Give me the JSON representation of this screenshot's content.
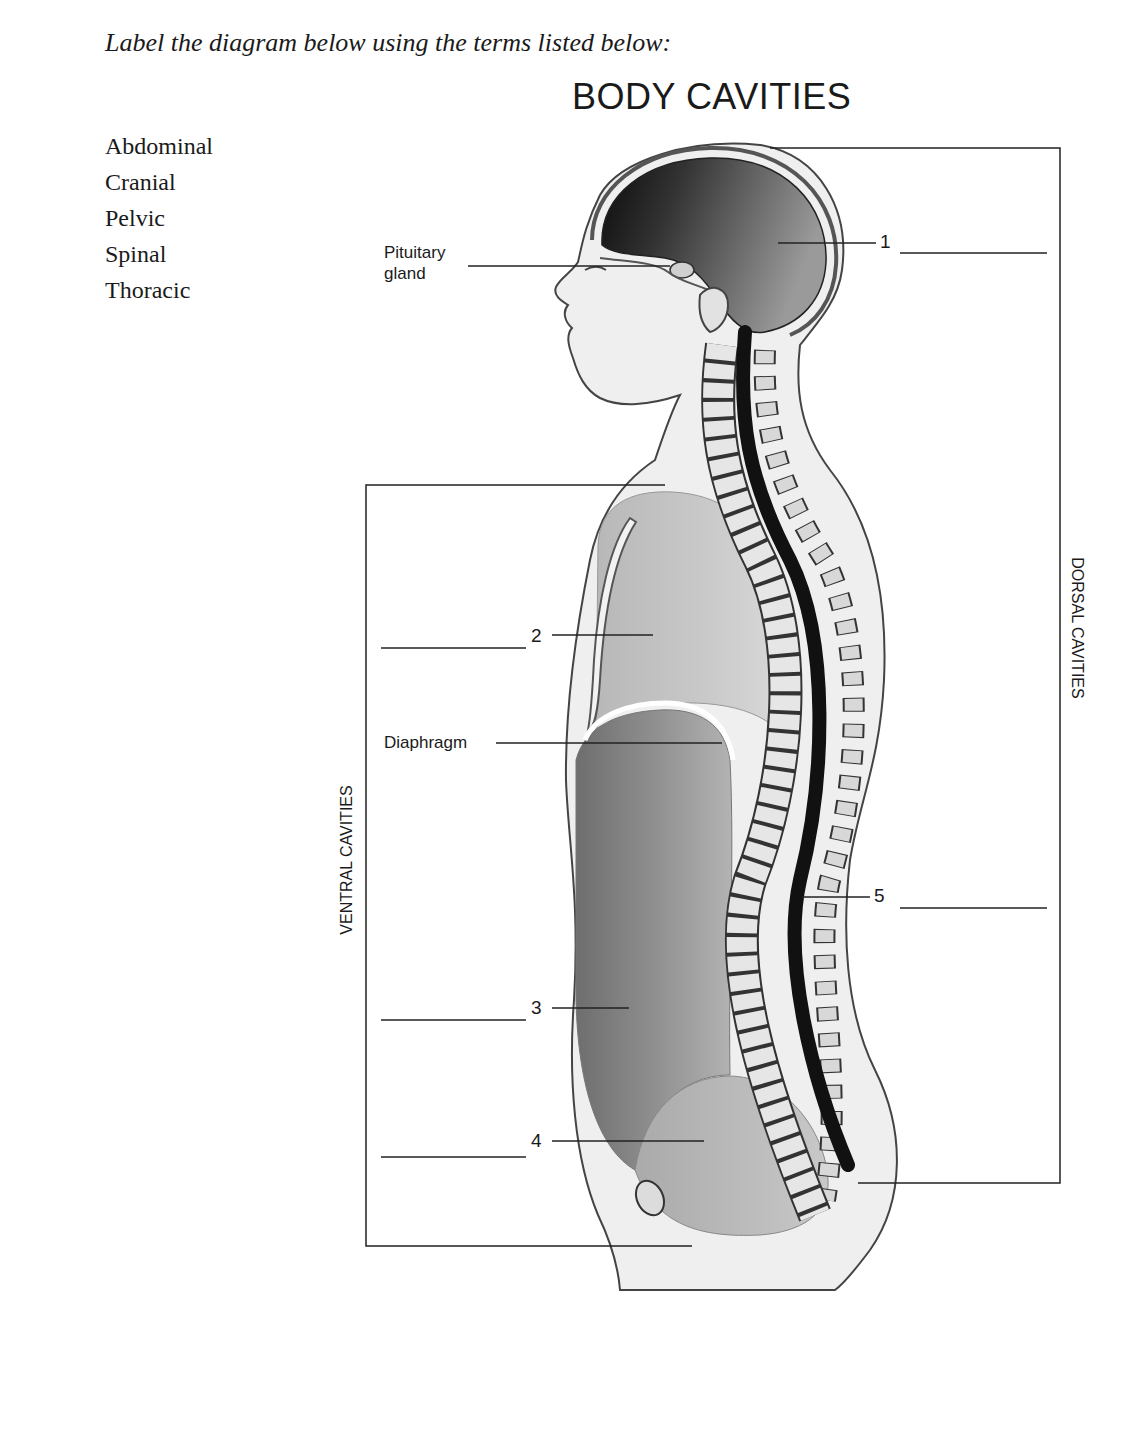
{
  "diagram": {
    "title": "BODY CAVITIES",
    "labels": [
      "Label the diagram below using the terms listed below:",
      "Abdominal",
      "Cranial",
      "Pelvic",
      "Spinal",
      "Thoracic",
      "Pituitary gland",
      "Diaphragm",
      "1",
      "2",
      "3",
      "4",
      "5",
      "VENTRAL CAVITIES",
      "DORSAL CAVITIES"
    ]
  }
}
